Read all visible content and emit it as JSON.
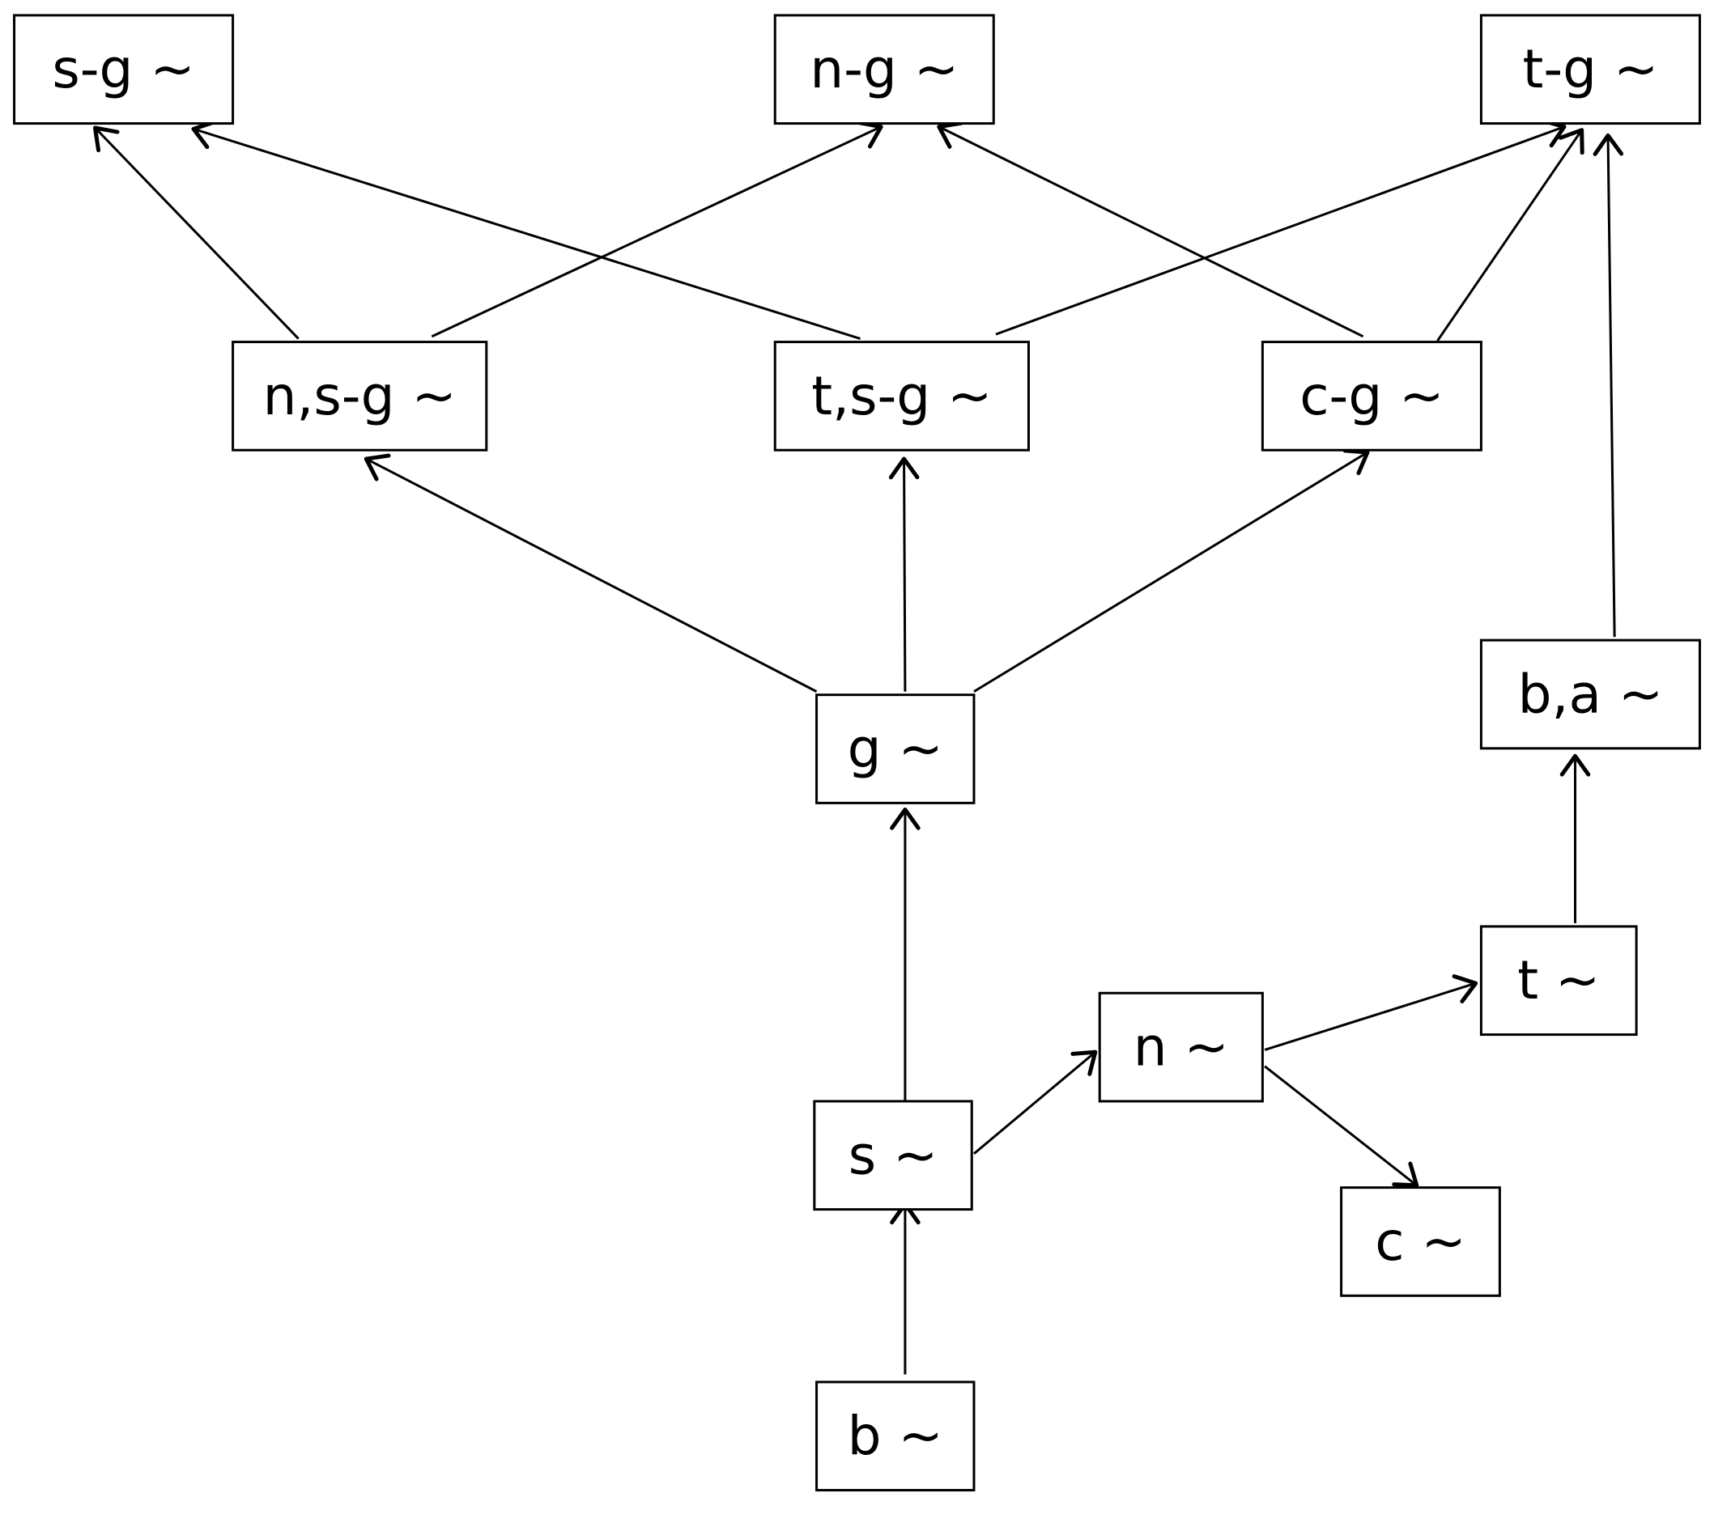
{
  "diagram": {
    "nodes": [
      {
        "id": "sg",
        "label": "s-g  ~"
      },
      {
        "id": "ng",
        "label": "n-g  ~"
      },
      {
        "id": "tg",
        "label": "t-g  ~"
      },
      {
        "id": "nsg",
        "label": "n,s-g  ~"
      },
      {
        "id": "tsg",
        "label": "t,s-g  ~"
      },
      {
        "id": "cg",
        "label": "c-g  ~"
      },
      {
        "id": "g",
        "label": "g  ~"
      },
      {
        "id": "ba",
        "label": "b,a  ~"
      },
      {
        "id": "t",
        "label": "t  ~"
      },
      {
        "id": "n",
        "label": "n  ~"
      },
      {
        "id": "s",
        "label": "s  ~"
      },
      {
        "id": "c",
        "label": "c  ~"
      },
      {
        "id": "b",
        "label": "b  ~"
      }
    ],
    "edges": [
      {
        "from": "b",
        "to": "s"
      },
      {
        "from": "s",
        "to": "g"
      },
      {
        "from": "s",
        "to": "n"
      },
      {
        "from": "n",
        "to": "t"
      },
      {
        "from": "n",
        "to": "c"
      },
      {
        "from": "t",
        "to": "ba"
      },
      {
        "from": "ba",
        "to": "tg"
      },
      {
        "from": "g",
        "to": "nsg"
      },
      {
        "from": "g",
        "to": "tsg"
      },
      {
        "from": "g",
        "to": "cg"
      },
      {
        "from": "nsg",
        "to": "sg"
      },
      {
        "from": "nsg",
        "to": "ng"
      },
      {
        "from": "tsg",
        "to": "sg"
      },
      {
        "from": "tsg",
        "to": "tg"
      },
      {
        "from": "cg",
        "to": "ng"
      },
      {
        "from": "cg",
        "to": "tg"
      }
    ]
  }
}
